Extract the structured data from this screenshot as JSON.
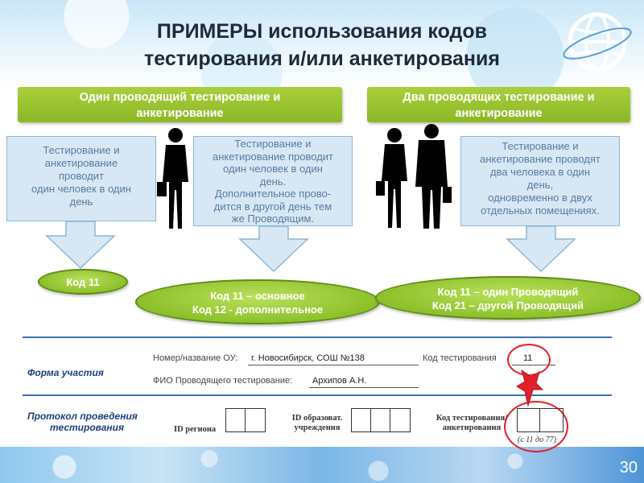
{
  "title": {
    "line1": "ПРИМЕРЫ использования кодов",
    "line2": "тестирования и/или анкетирования"
  },
  "page_number": "30",
  "sections": {
    "left_header": {
      "line1": "Один проводящий тестирование и",
      "line2": "анкетирование"
    },
    "right_header": {
      "line1": "Два проводящих тестирование и",
      "line2": "анкетирование"
    }
  },
  "boxes": {
    "box1": [
      "Тестирование и",
      "анкетирование",
      "проводит",
      "один человек в один",
      "день"
    ],
    "box2": [
      "Тестирование и",
      "анкетирование проводит",
      "один человек в один",
      "день.",
      "Дополнительное прово-",
      "дится  в другой день тем",
      "же Проводящим."
    ],
    "box3": [
      "Тестирование и",
      "анкетирование проводят",
      "два человека в один",
      "день,",
      "одновременно в двух",
      "отдельных помещениях."
    ]
  },
  "codes": {
    "code1": [
      "Код 11"
    ],
    "code2": [
      "Код 11 – основное",
      "Код 12 - дополнительное"
    ],
    "code3": [
      "Код 11 – один Проводящий",
      "Код 21 – другой Проводящий"
    ]
  },
  "form": {
    "participation_label": "Форма участия",
    "org_label": "Номер/название ОУ:",
    "org_value": "г. Новосибирск, СОШ №138",
    "test_code_label": "Код тестирования",
    "test_code_value": "11",
    "fio_label": "ФИО Проводящего тестирование:",
    "fio_value": "Архипов А.Н.",
    "protocol_label_line1": "Протокол проведения",
    "protocol_label_line2": "тестирования",
    "region_label": "ID региона",
    "edu_label_line1": "ID образоват.",
    "edu_label_line2": "учреждения",
    "code_label_line1": "Код тестирования/",
    "code_label_line2": "анкетирования",
    "code_range": "(с 11 до 77)"
  },
  "colors": {
    "header_green": "#8cb727",
    "box_blue": "#d7e8f4",
    "box_text": "#5a7aa0",
    "highlight_red": "#e0202a",
    "rule_blue": "#3b6fb0"
  }
}
